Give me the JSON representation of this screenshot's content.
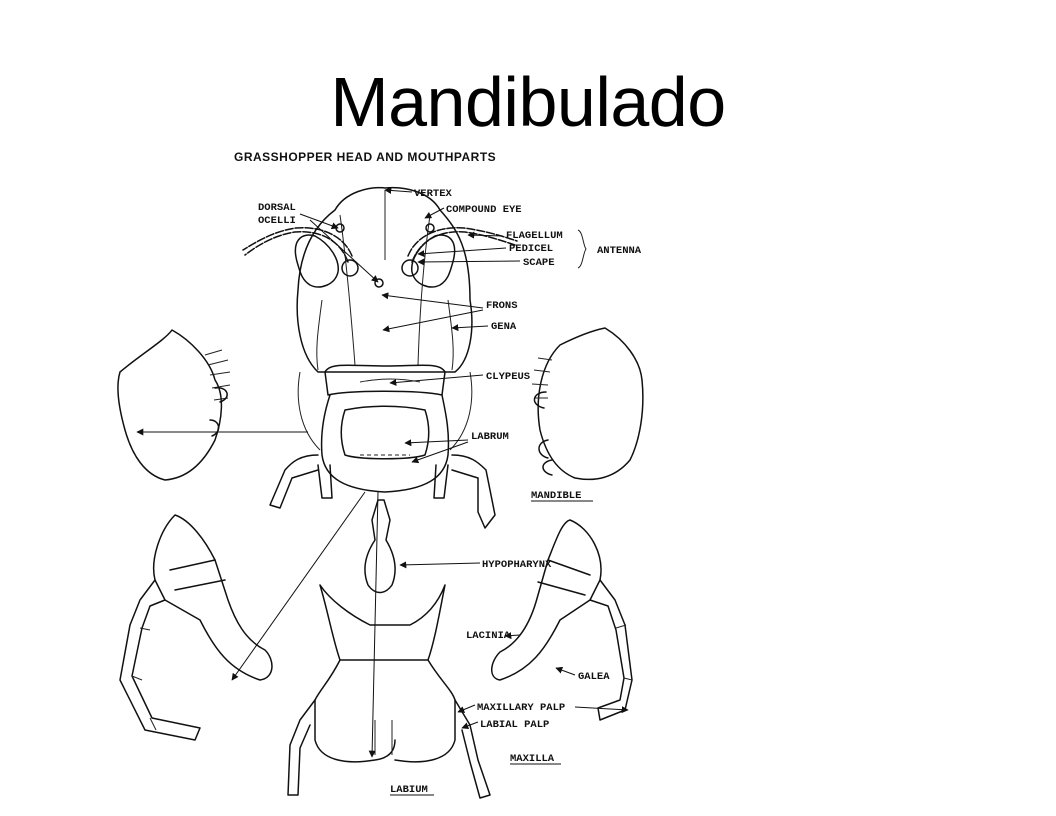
{
  "title": "Mandibulado",
  "figure": {
    "heading": "GRASSHOPPER HEAD AND MOUTHPARTS",
    "labels": {
      "vertex": "VERTEX",
      "dorsal_ocelli_1": "DORSAL",
      "dorsal_ocelli_2": "OCELLI",
      "compound_eye": "COMPOUND EYE",
      "flagellum": "FLAGELLUM",
      "pedicel": "PEDICEL",
      "scape": "SCAPE",
      "antenna": "ANTENNA",
      "frons": "FRONS",
      "gena": "GENA",
      "clypeus": "CLYPEUS",
      "labrum": "LABRUM",
      "mandible": "MANDIBLE",
      "hypopharynx": "HYPOPHARYNX",
      "lacinia": "LACINIA",
      "galea": "GALEA",
      "maxillary_palp": "MAXILLARY PALP",
      "labial_palp": "LABIAL PALP",
      "maxilla": "MAXILLA",
      "labium": "LABIUM"
    }
  }
}
